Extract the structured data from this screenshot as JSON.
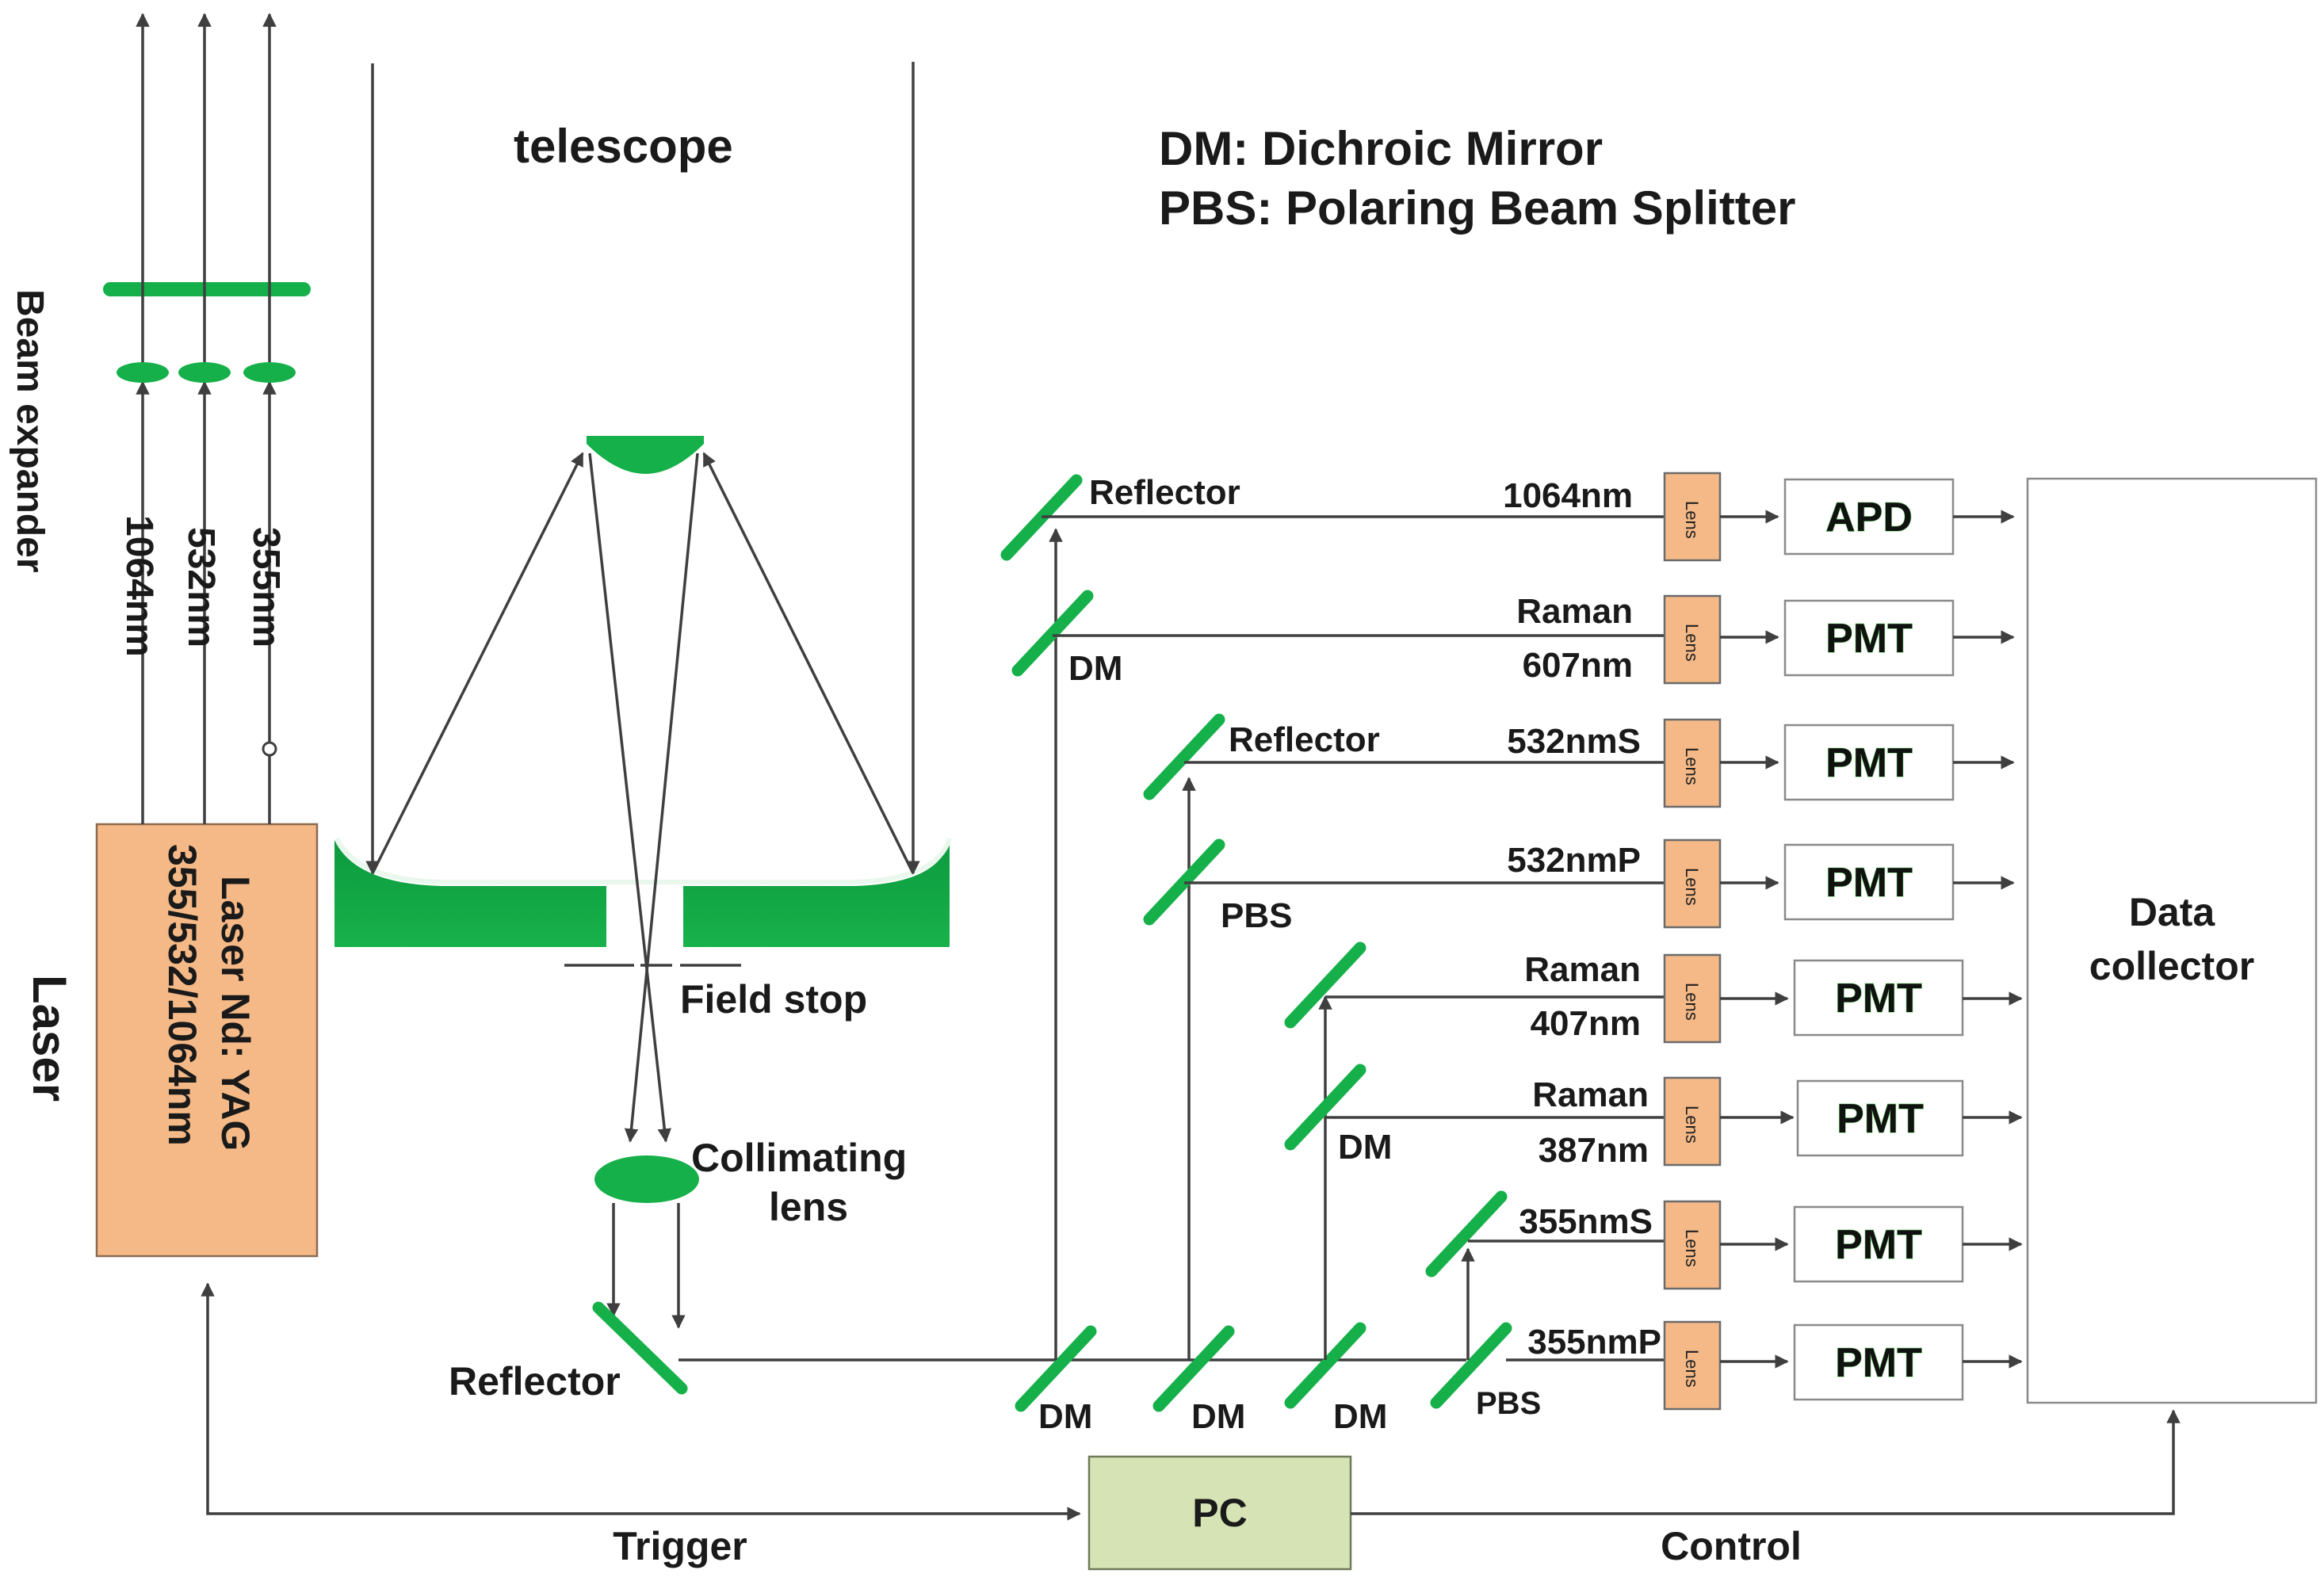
{
  "legend": {
    "line1": "DM: Dichroic Mirror",
    "line2": "PBS: Polaring Beam Splitter"
  },
  "labels": {
    "telescope": "telescope",
    "beam_expander": "Beam expander",
    "laser_side": "Laser",
    "laser_nd": "Laser Nd: YAG",
    "laser_wl": "355/532/1064nm",
    "wl_1064": "1064nm",
    "wl_532": "532nm",
    "wl_355": "355nm",
    "field_stop": "Field stop",
    "collimating_1": "Collimating",
    "collimating_2": "lens",
    "reflector_main": "Reflector",
    "trigger": "Trigger",
    "control": "Control",
    "pc": "PC",
    "data_collector_1": "Data",
    "data_collector_2": "collector",
    "lens": "Lens"
  },
  "splitters": {
    "reflector_top": "Reflector",
    "dm_1": "DM",
    "reflector_mid": "Reflector",
    "pbs_1": "PBS",
    "dm_2": "DM",
    "pbs_2": "PBS",
    "dm_bot_1": "DM",
    "dm_bot_2": "DM",
    "dm_bot_3": "DM"
  },
  "channels": [
    {
      "label_top": "",
      "label": "1064nm",
      "detector": "APD"
    },
    {
      "label_top": "Raman",
      "label": "607nm",
      "detector": "PMT"
    },
    {
      "label_top": "",
      "label": "532nmS",
      "detector": "PMT"
    },
    {
      "label_top": "",
      "label": "532nmP",
      "detector": "PMT"
    },
    {
      "label_top": "Raman",
      "label": "407nm",
      "detector": "PMT"
    },
    {
      "label_top": "Raman",
      "label": "387nm",
      "detector": "PMT"
    },
    {
      "label_top": "",
      "label": "355nmS",
      "detector": "PMT"
    },
    {
      "label_top": "",
      "label": "355nmP",
      "detector": "PMT"
    }
  ],
  "colors": {
    "optic_green": "#16b04a",
    "laser_box": "#f5b987",
    "pc_box": "#d6e3b5",
    "line": "#3f3f3f"
  }
}
